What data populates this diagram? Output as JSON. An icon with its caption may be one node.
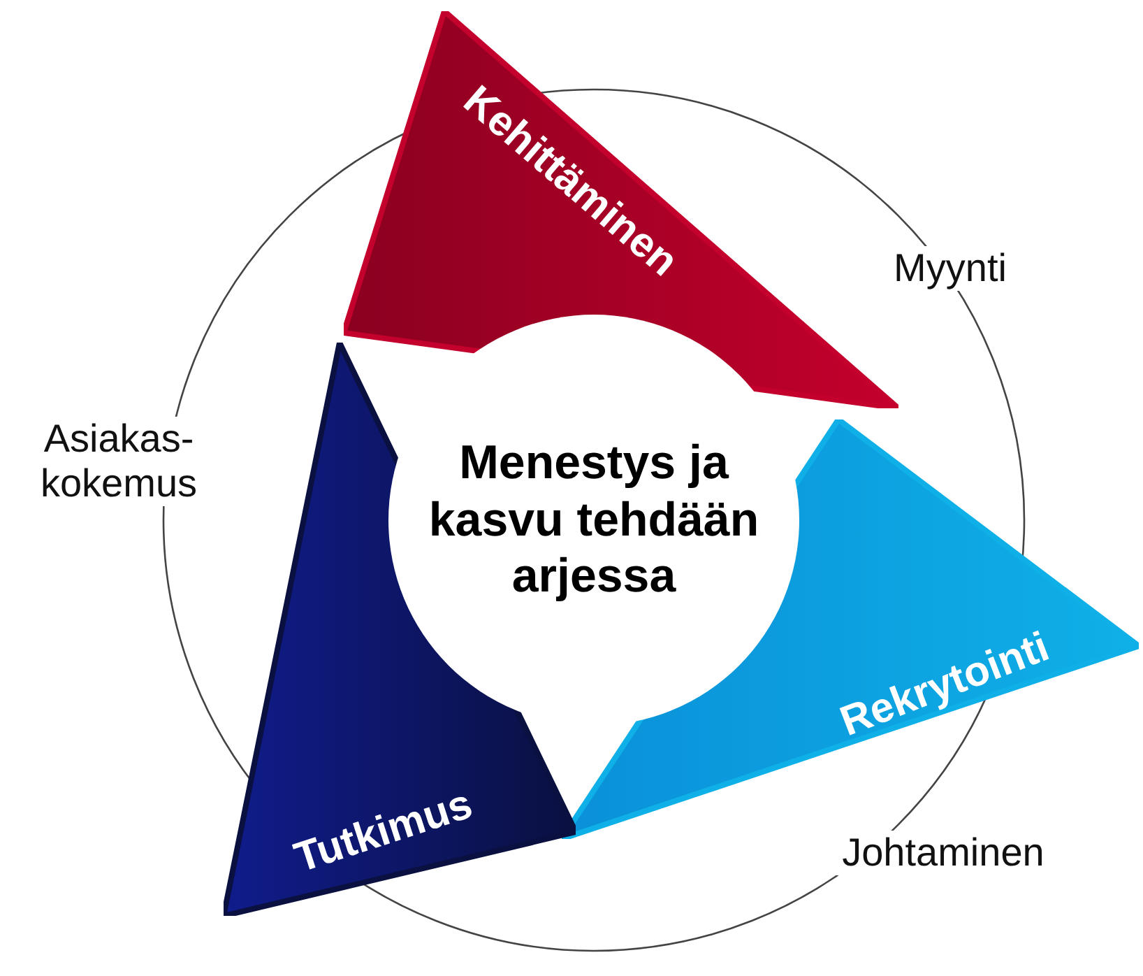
{
  "diagram": {
    "nodes": [
      {
        "text": [
          "Kehittäminen"
        ]
      },
      {
        "text": [
          "Menestys ja kasvu tehdään arjessa"
        ]
      },
      {
        "text": [
          "Rekrytointi"
        ]
      },
      {
        "text": [
          "Tutkimus"
        ]
      }
    ],
    "labels": [
      "Myynti",
      "Asiakas- kokemus",
      "Johtaminen"
    ]
  }
}
